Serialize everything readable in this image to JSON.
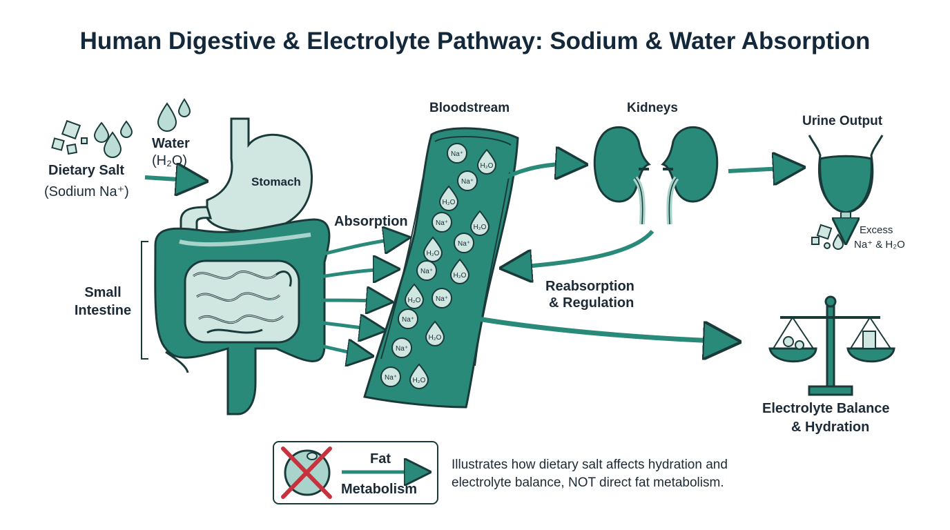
{
  "title": "Human Digestive & Electrolyte Pathway: Sodium & Water Absorption",
  "labels": {
    "dietary_salt": "Dietary Salt",
    "sodium_sub": "(Sodium Na⁺)",
    "water": "Water",
    "water_formula": "(H₂O)",
    "stomach": "Stomach",
    "small_intestine_1": "Small",
    "small_intestine_2": "Intestine",
    "absorption": "Absorption",
    "bloodstream": "Bloodstream",
    "kidneys": "Kidneys",
    "urine_output": "Urine Output",
    "excess_1": "Excess",
    "excess_2": "Na⁺ & H₂O",
    "reabsorption_1": "Reabsorption",
    "reabsorption_2": "& Regulation",
    "balance_1": "Electrolyte Balance",
    "balance_2": "& Hydration"
  },
  "particles": {
    "sodium": "Na⁺",
    "water": "H₂O"
  },
  "legend": {
    "fat": "Fat",
    "metabolism": "Metabolism"
  },
  "note": {
    "line1": "Illustrates how dietary salt affects hydration and",
    "line2": "electrolyte balance, NOT direct fat metabolism."
  },
  "colors": {
    "teal": "#2a8a7a",
    "light_teal": "#a9d4cc",
    "outline": "#1a3a3a",
    "cross": "#c8323c"
  }
}
